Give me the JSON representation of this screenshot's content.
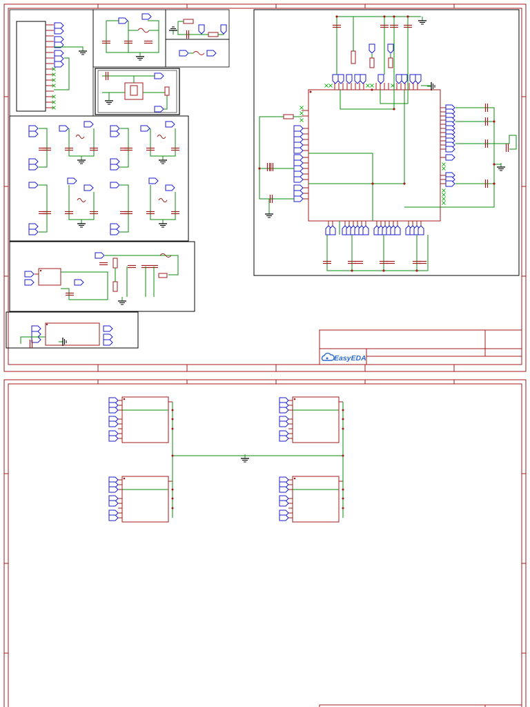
{
  "app": {
    "brand": "EasyEDA"
  },
  "colors": {
    "frame": "#a01818",
    "wire": "#0a8a0a",
    "component": "#a01818",
    "netflag": "#1a1ad0",
    "noconnect": "#2ab02a",
    "brand": "#2a6ad0"
  },
  "icons": {
    "brand_logo": "cloud-icon",
    "ground": "ground-icon",
    "net_flag": "net-flag-icon",
    "no_connect": "no-connect-icon"
  },
  "sheets": [
    {
      "page": 1
    },
    {
      "page": 2
    }
  ]
}
